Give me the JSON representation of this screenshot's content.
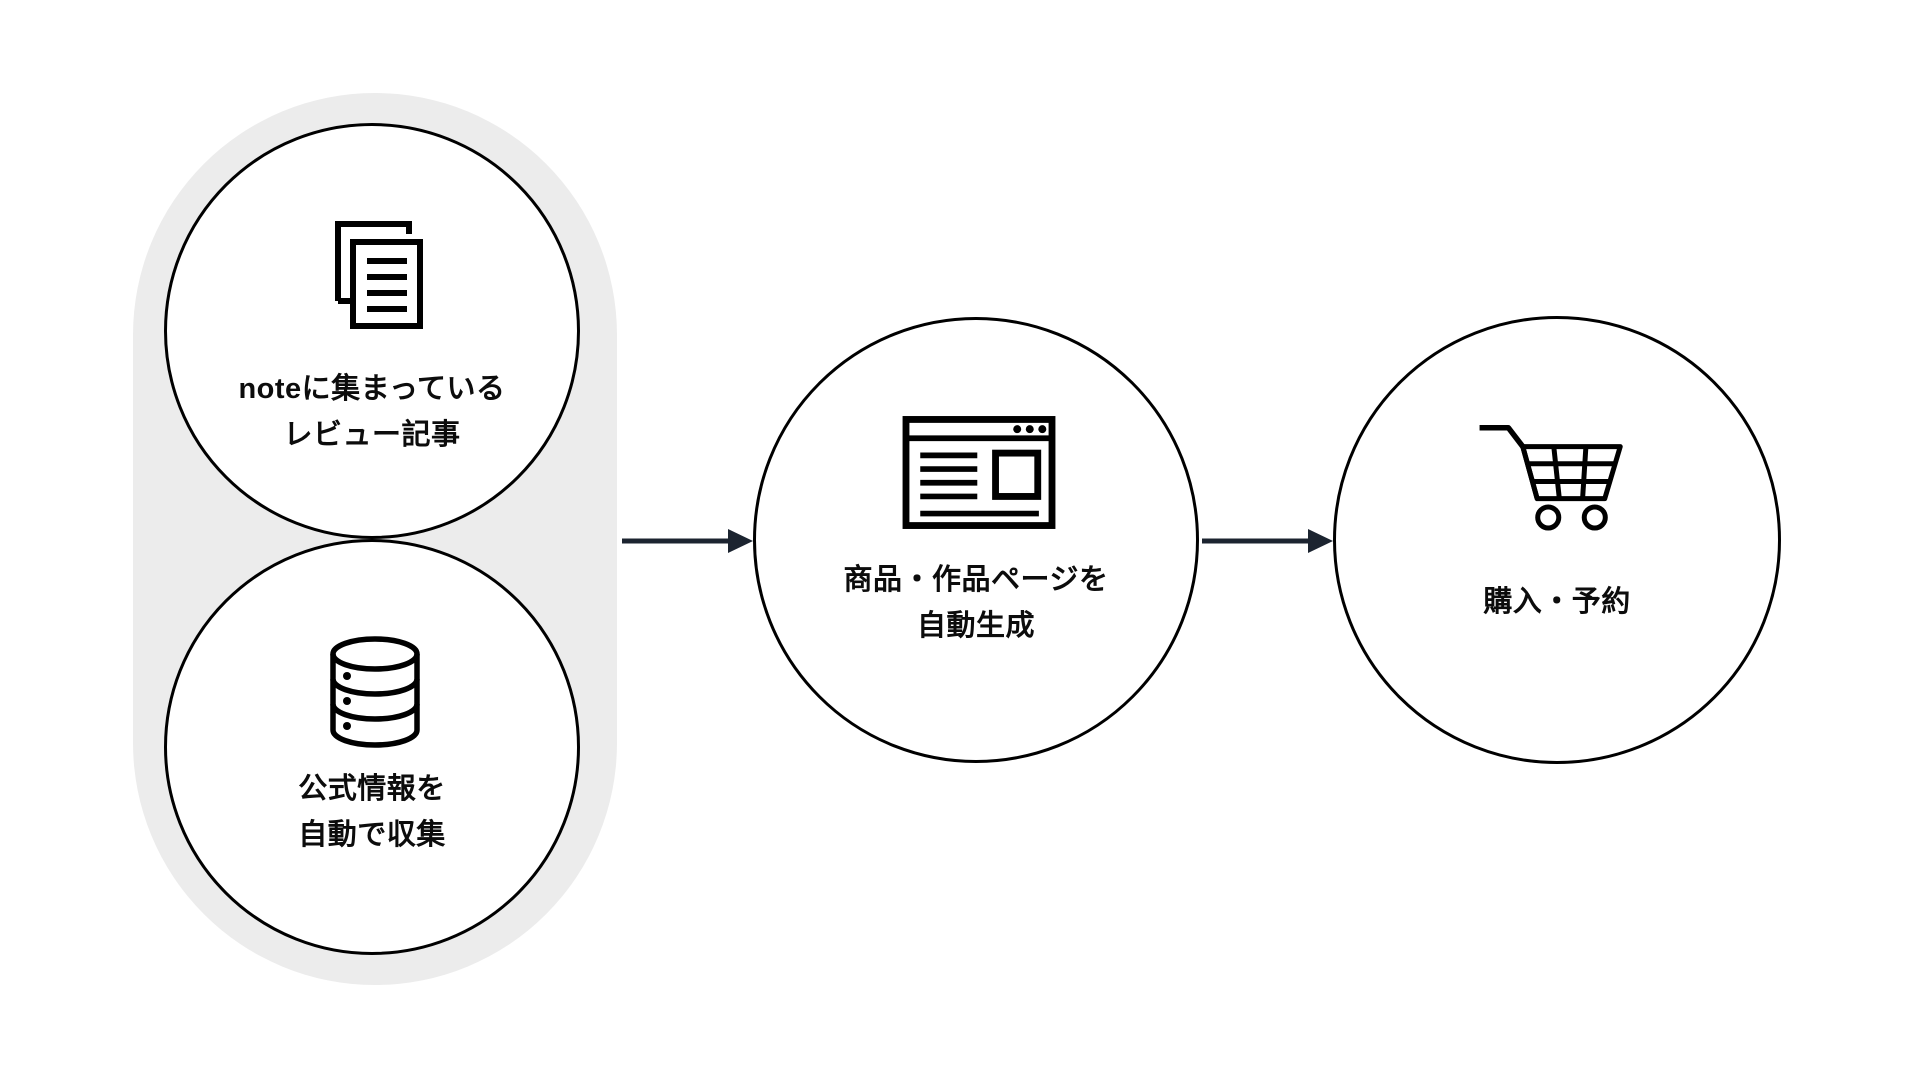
{
  "diagram": {
    "colors": {
      "background": "#ffffff",
      "group_fill": "#ececec",
      "circle_fill": "#ffffff",
      "circle_stroke": "#000000",
      "icon_stroke": "#000000",
      "arrow": "#1c2430",
      "text": "#0c0c0c"
    },
    "nodes": {
      "note_reviews": {
        "icon": "documents-icon",
        "line1": "noteに集まっている",
        "line2": "レビュー記事"
      },
      "official_info": {
        "icon": "database-icon",
        "line1": "公式情報を",
        "line2": "自動で収集"
      },
      "auto_generate": {
        "icon": "browser-window-icon",
        "line1": "商品・作品ページを",
        "line2": "自動生成"
      },
      "purchase": {
        "icon": "shopping-cart-icon",
        "line1": "購入・予約"
      }
    },
    "arrows": [
      {
        "from": "sources-group",
        "to": "auto-generate-step"
      },
      {
        "from": "auto-generate-step",
        "to": "purchase-step"
      }
    ]
  }
}
